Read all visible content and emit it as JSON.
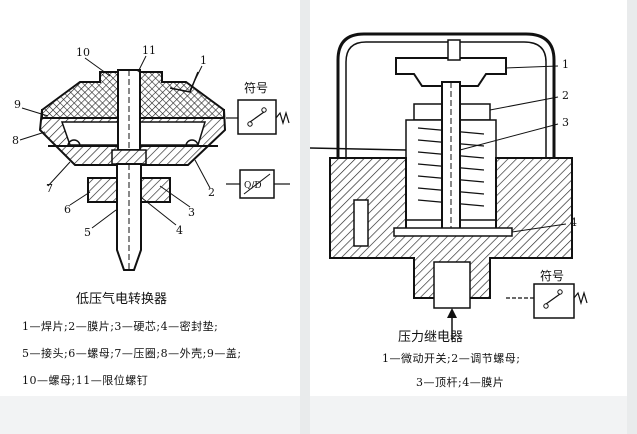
{
  "left_diagram": {
    "callouts": [
      "1",
      "2",
      "3",
      "4",
      "5",
      "6",
      "7",
      "8",
      "9",
      "10",
      "11"
    ],
    "symbol_label": "符号",
    "symbol_box_text": "Q/D",
    "caption_title": "低压气电转换器",
    "caption_lines": [
      "1—焊片;2—膜片;3—硬芯;4—密封垫;",
      "5—接头;6—螺母;7—压圈;8—外壳;9—盖;",
      "10—螺母;11—限位螺钉"
    ]
  },
  "right_diagram": {
    "callouts": [
      "1",
      "2",
      "3",
      "4"
    ],
    "symbol_label": "符号",
    "caption_title": "压力继电器",
    "caption_lines": [
      "1—微动开关;2—调节螺母;",
      "3—顶杆;4—膜片"
    ]
  }
}
